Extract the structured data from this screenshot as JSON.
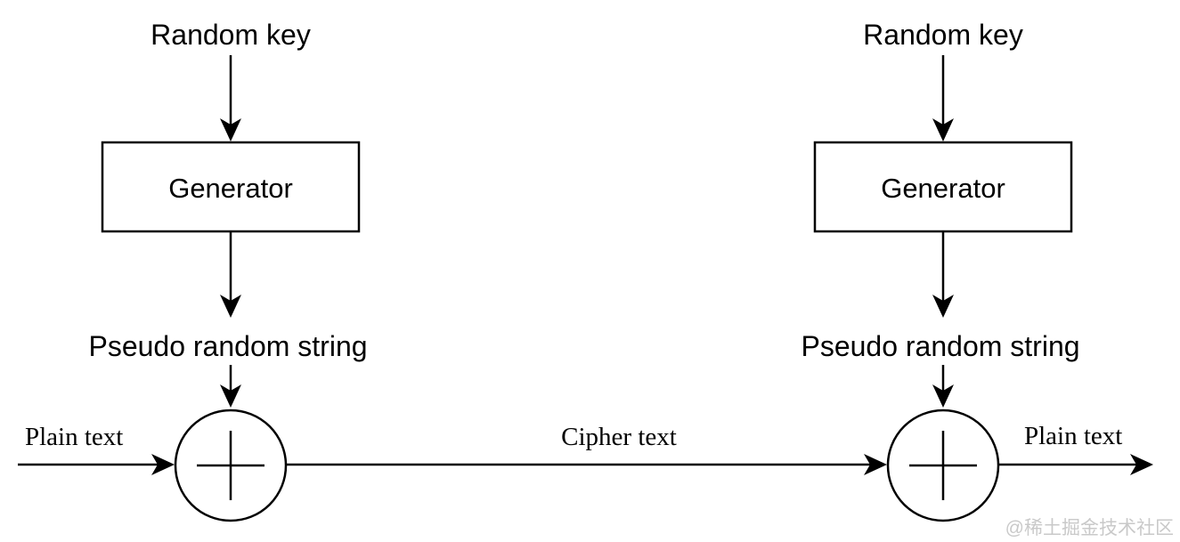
{
  "encrypt_side": {
    "random_key_label": "Random key",
    "generator_label": "Generator",
    "pseudo_random_string_label": "Pseudo random string",
    "plain_text_label": "Plain text"
  },
  "decrypt_side": {
    "random_key_label": "Random key",
    "generator_label": "Generator",
    "pseudo_random_string_label": "Pseudo random string",
    "plain_text_label": "Plain text"
  },
  "cipher_text_label": "Cipher text",
  "watermark": "@稀土掘金技术社区",
  "icons": {
    "xor": "plus-in-circle-xor-icon",
    "arrow": "solid-black-arrowhead"
  },
  "colors": {
    "stroke": "#000000",
    "background": "#ffffff",
    "watermark": "#c9c9c9"
  }
}
